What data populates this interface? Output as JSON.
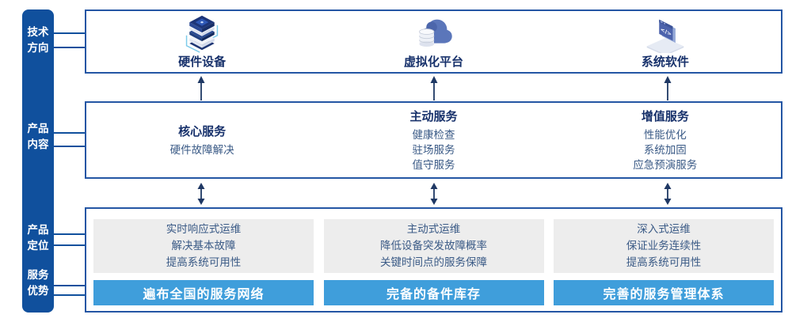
{
  "palette": {
    "rail_blue": "#10509d",
    "border_blue": "#2456a4",
    "title_navy": "#17316b",
    "body_text": "#3a5a86",
    "banner_blue": "#3f9edb",
    "panel_gray": "#ededed",
    "arrow_navy": "#1f3864"
  },
  "rail": {
    "items": [
      {
        "label": "技术\n方向"
      },
      {
        "label": "产品\n内容"
      },
      {
        "label": "产品\n定位"
      },
      {
        "label": "服务\n优势"
      }
    ]
  },
  "tech_row": {
    "items": [
      {
        "icon": "server-stack-icon",
        "label": "硬件设备"
      },
      {
        "icon": "cloud-database-icon",
        "label": "虚拟化平台"
      },
      {
        "icon": "software-window-icon",
        "label": "系统软件"
      }
    ]
  },
  "service_row": {
    "items": [
      {
        "title": "核心服务",
        "lines": [
          "硬件故障解决"
        ]
      },
      {
        "title": "主动服务",
        "lines": [
          "健康检查",
          "驻场服务",
          "值守服务"
        ]
      },
      {
        "title": "增值服务",
        "lines": [
          "性能优化",
          "系统加固",
          "应急预演服务"
        ]
      }
    ]
  },
  "positioning_row": {
    "items": [
      {
        "lines": [
          "实时响应式运维",
          "解决基本故障",
          "提高系统可用性"
        ],
        "banner": "遍布全国的服务网络"
      },
      {
        "lines": [
          "主动式运维",
          "降低设备突发故障概率",
          "关键时间点的服务保障"
        ],
        "banner": "完备的备件库存"
      },
      {
        "lines": [
          "深入式运维",
          "保证业务连续性",
          "提高系统可用性"
        ],
        "banner": "完善的服务管理体系"
      }
    ]
  }
}
